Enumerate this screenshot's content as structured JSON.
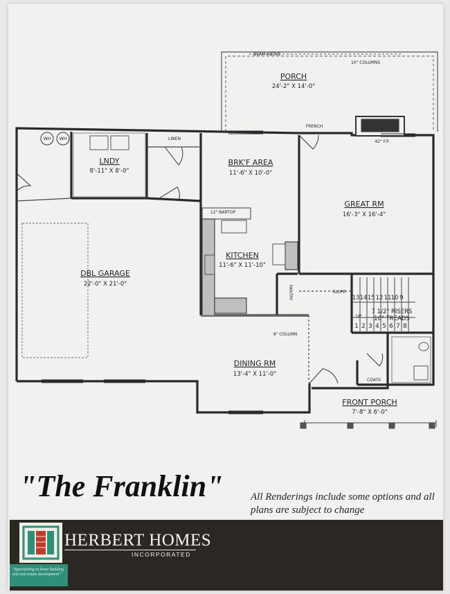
{
  "plan": {
    "porch": {
      "name": "PORCH",
      "dim": "24'-2\" X 14'-0\""
    },
    "beam_above": "BEAM ABOVE",
    "columns_10": "10\" COLUMNS",
    "french": "FRENCH",
    "fireplace": "42\" F.P.",
    "wh1": "WH",
    "wh2": "WH",
    "laundry": {
      "name": "LNDY",
      "dim": "8'-11\" X 8'-0\""
    },
    "linen": "LINEN",
    "breakfast": {
      "name": "BRK'F AREA",
      "dim": "11'-6\" X 10'-0\""
    },
    "great_room": {
      "name": "GREAT RM",
      "dim": "16'-3\" X 16'-4\""
    },
    "bartop": "12\" BARTOP",
    "kitchen": {
      "name": "KITCHEN",
      "dim": "11'-6\" X 11'-10\""
    },
    "pantry": "PANTRY",
    "garage": {
      "name": "DBL GARAGE",
      "dim": "22'-0\" X 21'-0\""
    },
    "slope": "SLOPE",
    "stairs_upper": [
      "13",
      "14",
      "15",
      "12",
      "11",
      "10",
      "9"
    ],
    "stairs_lower": [
      "1",
      "2",
      "3",
      "4",
      "5",
      "6",
      "7",
      "8"
    ],
    "risers": "7 1/2\" RISERS",
    "treads": "10\" TREADS",
    "up": "UP",
    "column_8": "8\" COLUMN",
    "dining": {
      "name": "DINING RM",
      "dim": "13'-4\" X 11'-0\""
    },
    "coats": "COATS",
    "front_porch": {
      "name": "FRONT PORCH",
      "dim": "7'-8\" X 6'-0\""
    }
  },
  "title": "\"The Franklin\"",
  "disclaimer": "All Renderings include some options and all plans are subject to change",
  "brand": {
    "name": "HERBERT HOMES",
    "sub": "INCORPORATED",
    "tagline": "\"Specializing in home building and real estate development\""
  }
}
